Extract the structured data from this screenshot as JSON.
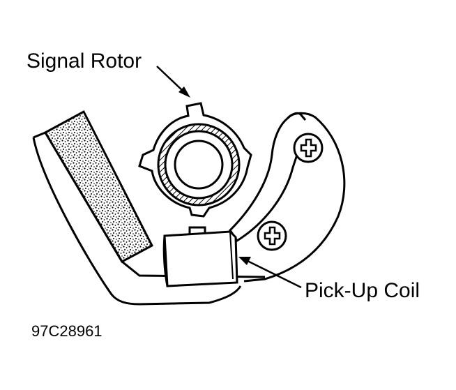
{
  "labels": {
    "signal_rotor": "Signal Rotor",
    "pick_up_coil": "Pick-Up Coil",
    "figure_id": "97C28961"
  },
  "colors": {
    "ink": "#000000",
    "paper": "#ffffff"
  }
}
